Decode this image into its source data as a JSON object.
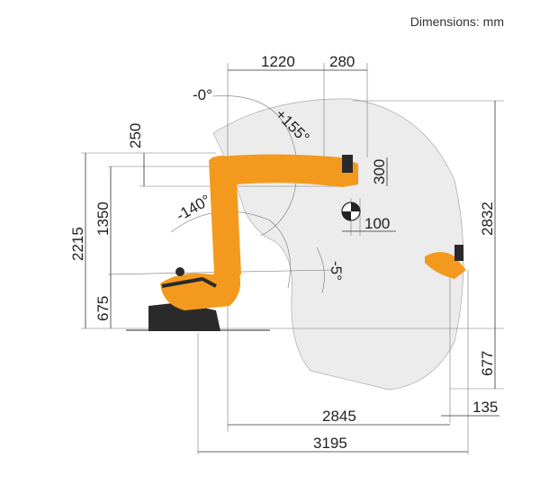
{
  "title": "Dimensions: mm",
  "dimensions": {
    "d1220": "1220",
    "d280": "280",
    "d300": "300",
    "d100": "100",
    "d250": "250",
    "d1350": "1350",
    "d2215": "2215",
    "d675": "675",
    "d2832": "2832",
    "d677": "677",
    "d135": "135",
    "d2845": "2845",
    "d3195": "3195"
  },
  "angles": {
    "a0": "-0°",
    "a155": "+155°",
    "a140": "-140°",
    "a5": "-5°"
  },
  "colors": {
    "robot": "#f39a1e",
    "envelope": "#ececec",
    "dark": "#2a2a2a"
  }
}
